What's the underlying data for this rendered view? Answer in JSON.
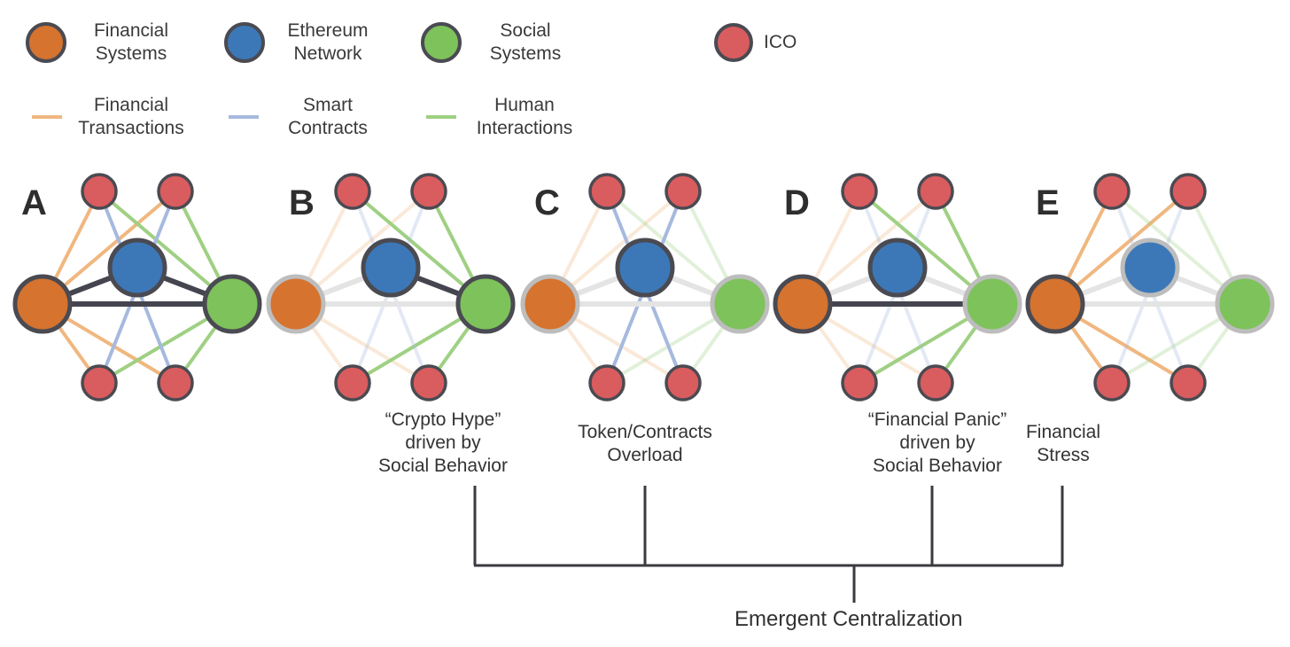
{
  "legend": {
    "nodes": [
      {
        "key": "financial",
        "label": "Financial\nSystems",
        "color": "#D5732F",
        "icon": "orange-circle-icon"
      },
      {
        "key": "ethereum",
        "label": "Ethereum\nNetwork",
        "color": "#3C78B8",
        "icon": "blue-circle-icon"
      },
      {
        "key": "social",
        "label": "Social\nSystems",
        "color": "#7DC25B",
        "icon": "green-circle-icon"
      },
      {
        "key": "ico",
        "label": "ICO",
        "color": "#D95C5E",
        "icon": "red-circle-icon"
      }
    ],
    "edges": [
      {
        "key": "financial",
        "label": "Financial\nTransactions",
        "color": "#F0B77F"
      },
      {
        "key": "smart",
        "label": "Smart\nContracts",
        "color": "#A6B9DE"
      },
      {
        "key": "human",
        "label": "Human\nInteractions",
        "color": "#9FD083"
      }
    ]
  },
  "panels": [
    {
      "letter": "A",
      "annotation": "",
      "edges": {
        "financial": "strong",
        "smart": "strong",
        "human": "strong"
      },
      "links": {
        "fin_eth": "dark",
        "eth_soc": "dark",
        "fin_soc": "dark"
      },
      "rings": {
        "fin": "dark",
        "eth": "dark",
        "soc": "dark"
      }
    },
    {
      "letter": "B",
      "annotation": "“Crypto Hype”\ndriven by\nSocial Behavior",
      "edges": {
        "financial": "faint",
        "smart": "faint",
        "human": "strong"
      },
      "links": {
        "fin_eth": "light",
        "eth_soc": "dark",
        "fin_soc": "light"
      },
      "rings": {
        "fin": "light",
        "eth": "dark",
        "soc": "dark"
      }
    },
    {
      "letter": "C",
      "annotation": "Token/Contracts\nOverload",
      "edges": {
        "financial": "faint",
        "smart": "strong",
        "human": "faint"
      },
      "links": {
        "fin_eth": "light",
        "eth_soc": "light",
        "fin_soc": "light"
      },
      "rings": {
        "fin": "light",
        "eth": "dark",
        "soc": "light"
      }
    },
    {
      "letter": "D",
      "annotation": "“Financial Panic”\ndriven by\nSocial Behavior",
      "edges": {
        "financial": "faint",
        "smart": "faint",
        "human": "strong"
      },
      "links": {
        "fin_eth": "light",
        "eth_soc": "light",
        "fin_soc": "dark"
      },
      "rings": {
        "fin": "dark",
        "eth": "dark",
        "soc": "light"
      }
    },
    {
      "letter": "E",
      "annotation": "Financial\nStress",
      "edges": {
        "financial": "strong",
        "smart": "faint",
        "human": "faint"
      },
      "links": {
        "fin_eth": "light",
        "eth_soc": "light",
        "fin_soc": "light"
      },
      "rings": {
        "fin": "dark",
        "eth": "light",
        "soc": "light"
      }
    }
  ],
  "footer": {
    "label": "Emergent Centralization"
  },
  "colors": {
    "dark_ring": "#4A4A52",
    "light_ring": "#BDBDBD",
    "dark_link": "#454550",
    "light_link": "#E4E4E4",
    "bracket": "#3A3A40"
  }
}
